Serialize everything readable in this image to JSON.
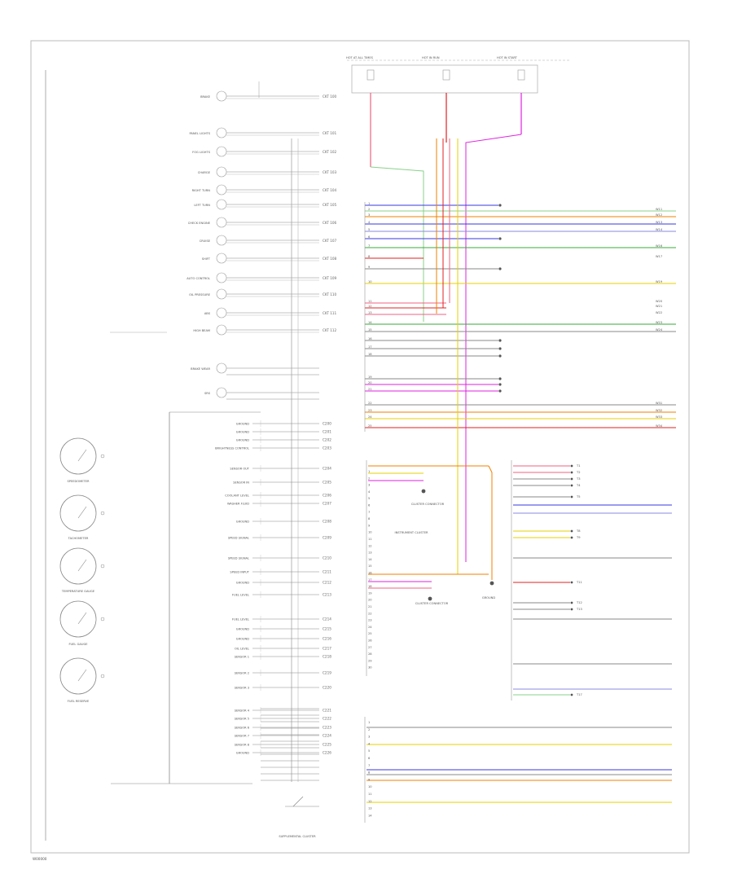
{
  "footer": {
    "code": "W00000"
  },
  "bottom_label": "SUPPLEMENTAL CLUSTER",
  "top_fuses": [
    {
      "label": "HOT AT ALL TIMES"
    },
    {
      "label": "HOT IN RUN"
    },
    {
      "label": "HOT IN START"
    }
  ],
  "cluster_indicators": [
    {
      "label": "BRAKE"
    },
    {
      "label": "PANEL LIGHTS"
    },
    {
      "label": "FOG LIGHTS"
    },
    {
      "label": "CHARGE"
    },
    {
      "label": "RIGHT TURN"
    },
    {
      "label": "LEFT TURN"
    },
    {
      "label": "CHECK ENGINE"
    },
    {
      "label": "CRUISE"
    },
    {
      "label": "SHIFT"
    },
    {
      "label": "AUTO CONTROL"
    },
    {
      "label": "OIL PRESSURE"
    },
    {
      "label": "ABS"
    },
    {
      "label": "HIGH BEAM"
    }
  ],
  "cluster_indicators_2": [
    {
      "label": "BRAKE WEAR"
    },
    {
      "label": "SRS"
    }
  ],
  "circuit_labels": [
    "GROUND",
    "GROUND",
    "GROUND",
    "BRIGHTNESS CONTROL",
    "SENSOR OUT",
    "SENSOR IN",
    "COOLANT LEVEL",
    "WASHER FLUID",
    "GROUND",
    "SPEED SIGNAL",
    "SPEED SIGNAL",
    "SPEED INPUT",
    "GROUND",
    "FUEL LEVEL",
    "FUEL LEVEL",
    "GROUND",
    "GROUND",
    "OIL LEVEL",
    "SENSOR 1",
    "SENSOR 2",
    "SENSOR 3",
    "SENSOR 4",
    "SENSOR 5",
    "SENSOR 6",
    "SENSOR 7",
    "SENSOR 8",
    "GROUND"
  ],
  "gauges": [
    {
      "label": "SPEEDOMETER"
    },
    {
      "label": "TACHOMETER"
    },
    {
      "label": "TEMPERATURE GAUGE"
    },
    {
      "label": "FUEL GAUGE"
    },
    {
      "label": "FUEL RESERVE"
    }
  ],
  "module_labels": [
    {
      "label": "INSTRUMENT CLUSTER"
    },
    {
      "label": "CLUSTER CONNECTOR"
    },
    {
      "label": "CLUSTER CONNECTOR"
    },
    {
      "label": "GROUND"
    }
  ],
  "colors": {
    "red": "#e02020",
    "green": "#3aa83a",
    "blue": "#3a3ae0",
    "yellow": "#e6d200",
    "orange": "#f08000",
    "magenta": "#e020e0",
    "pink": "#f06080",
    "grey": "#888888",
    "light_green": "#8ad08a",
    "light_blue": "#8a8ae0"
  }
}
